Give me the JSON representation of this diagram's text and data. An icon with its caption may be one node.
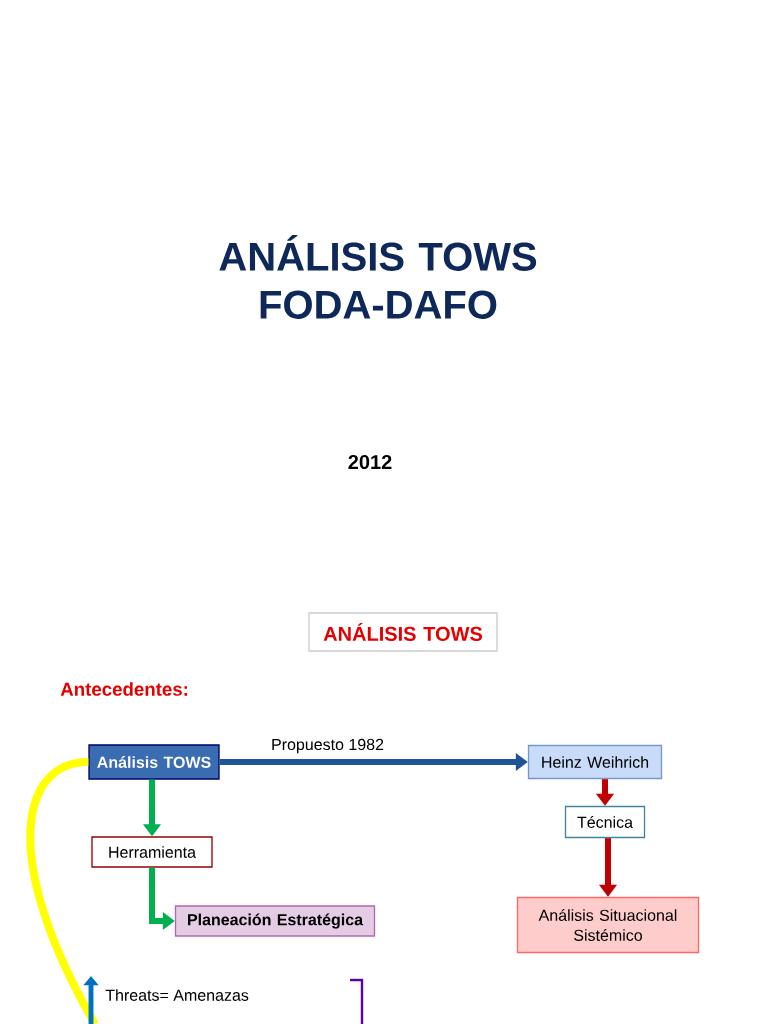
{
  "diagram": {
    "title": "ANÁLISIS TOWS FODA-DAFO",
    "nodes": [
      {
        "text": [
          "ANÁLISIS TOWS"
        ]
      },
      {
        "text": [
          "Análisis TOWS"
        ]
      },
      {
        "text": [
          "Heinz Weihrich"
        ]
      },
      {
        "text": [
          "Técnica"
        ]
      },
      {
        "text": [
          "Análisis Situacional Sistémico"
        ]
      },
      {
        "text": [
          "Herramienta"
        ]
      },
      {
        "text": [
          "Planeación Estratégica"
        ]
      }
    ],
    "edges": [
      {
        "from": 1,
        "to": 2,
        "arrow": "to",
        "label": "Propuesto 1982",
        "color": "#1f5597"
      },
      {
        "from": 1,
        "to": 5,
        "arrow": "to",
        "color": "#00b050"
      },
      {
        "from": 5,
        "to": 6,
        "arrow": "to",
        "color": "#00b050"
      },
      {
        "from": 2,
        "to": 3,
        "arrow": "to",
        "color": "#c00000"
      },
      {
        "from": 3,
        "to": 4,
        "arrow": "to",
        "color": "#c00000"
      },
      {
        "from": null,
        "to": 1,
        "arrow": "none",
        "color": "#ffff00"
      }
    ],
    "labels": [
      "2012",
      "Antecedentes:",
      "Threats= Amenazas"
    ]
  }
}
